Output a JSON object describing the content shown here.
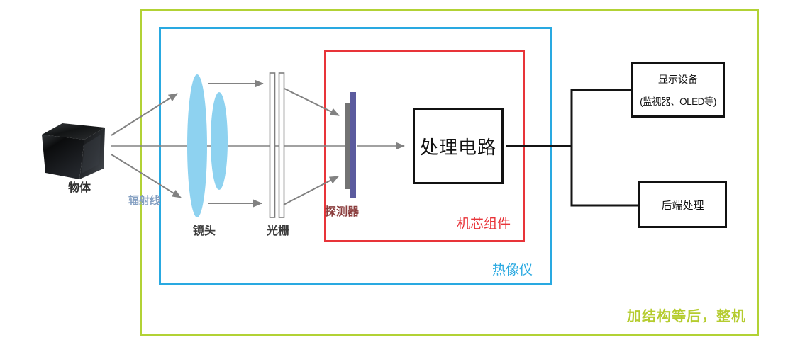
{
  "diagram": {
    "title_semantics": "thermal imaging system block diagram",
    "object_label": "物体",
    "radiation_label": "辐射线",
    "lens_label": "镜头",
    "grating_label": "光栅",
    "detector_label": "探测器",
    "processing_box_label": "处理电路",
    "core_module_label": "机芯组件",
    "thermal_imager_label": "热像仪",
    "whole_machine_label": "加结构等后，整机",
    "display_box_line1": "显示设备",
    "display_box_line2": "(监视器、OLED等)",
    "backend_box_label": "后端处理"
  },
  "colors": {
    "frame_green": "#b2d235",
    "frame_blue": "#29a9e1",
    "frame_red": "#e83439",
    "arrow_gray": "#828282",
    "lens_blue": "#8ed2f0",
    "detector_purple": "#5b5b9e",
    "detector_gray": "#737373",
    "detector_text": "#8a3c3c",
    "radiation_text": "#85a0c2",
    "whole_text": "#b5cc2f"
  }
}
